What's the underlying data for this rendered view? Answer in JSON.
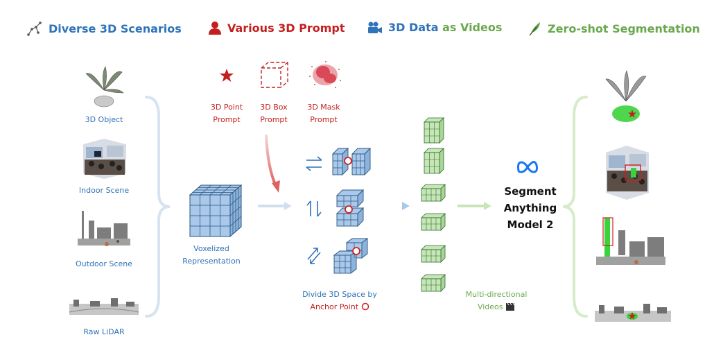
{
  "header": {
    "items": [
      {
        "label": "Diverse 3D Scenarios",
        "icon": "constellation-icon"
      },
      {
        "label": "Various 3D Prompt",
        "icon": "user-icon"
      },
      {
        "label_a": "3D Data ",
        "label_b": "as Videos",
        "icon": "video-camera-icon"
      },
      {
        "label": "Zero-shot Segmentation",
        "icon": "feather-icon"
      }
    ]
  },
  "inputs": {
    "items": [
      "3D Object",
      "Indoor Scene",
      "Outdoor Scene",
      "Raw LiDAR"
    ]
  },
  "prompts": {
    "point": [
      "3D Point",
      "Prompt"
    ],
    "box": [
      "3D Box",
      "Prompt"
    ],
    "mask": [
      "3D Mask",
      "Prompt"
    ]
  },
  "voxel": {
    "label": [
      "Voxelized",
      "Representation"
    ]
  },
  "divide": {
    "label_1": "Divide 3D Space by",
    "label_2": "Anchor Point"
  },
  "videos": {
    "label": [
      "Multi-directional",
      "Videos"
    ]
  },
  "sam": {
    "lines": [
      "Segment",
      "Anything",
      "Model 2"
    ]
  },
  "colors": {
    "blue": "#2f73b8",
    "red": "#c41f1f",
    "green": "#6aa84f",
    "cube_blue": "#a9c8ea",
    "cube_green": "#c6e6b8"
  }
}
